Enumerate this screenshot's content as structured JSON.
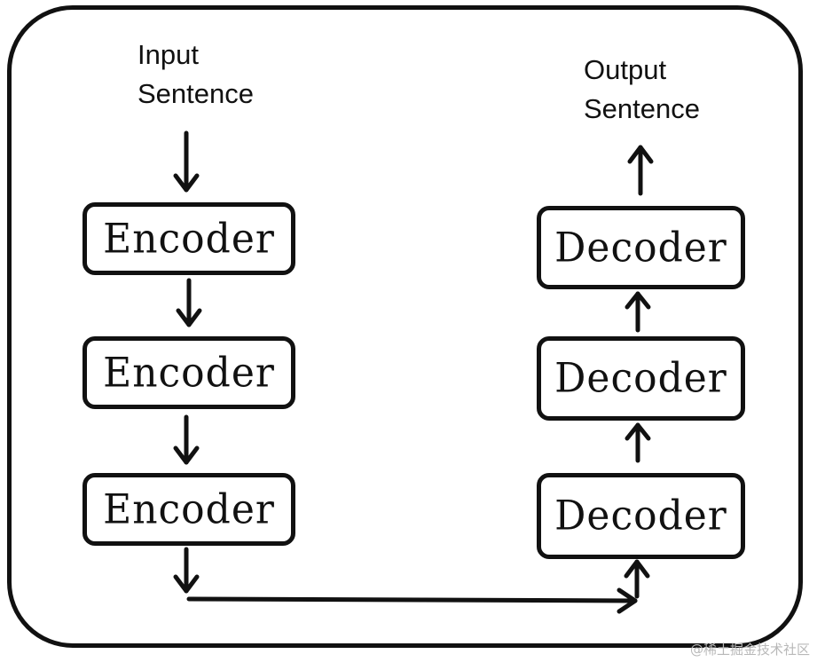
{
  "input_label": [
    "Input",
    "Sentence"
  ],
  "output_label": [
    "Output",
    "Sentence"
  ],
  "encoders": [
    "Encoder",
    "Encoder",
    "Encoder"
  ],
  "decoders": [
    "Decoder",
    "Decoder",
    "Decoder"
  ],
  "watermark": "@稀土掘金技术社区",
  "colors": {
    "stroke": "#111111",
    "background": "#ffffff",
    "watermark": "#b8b8b8"
  }
}
